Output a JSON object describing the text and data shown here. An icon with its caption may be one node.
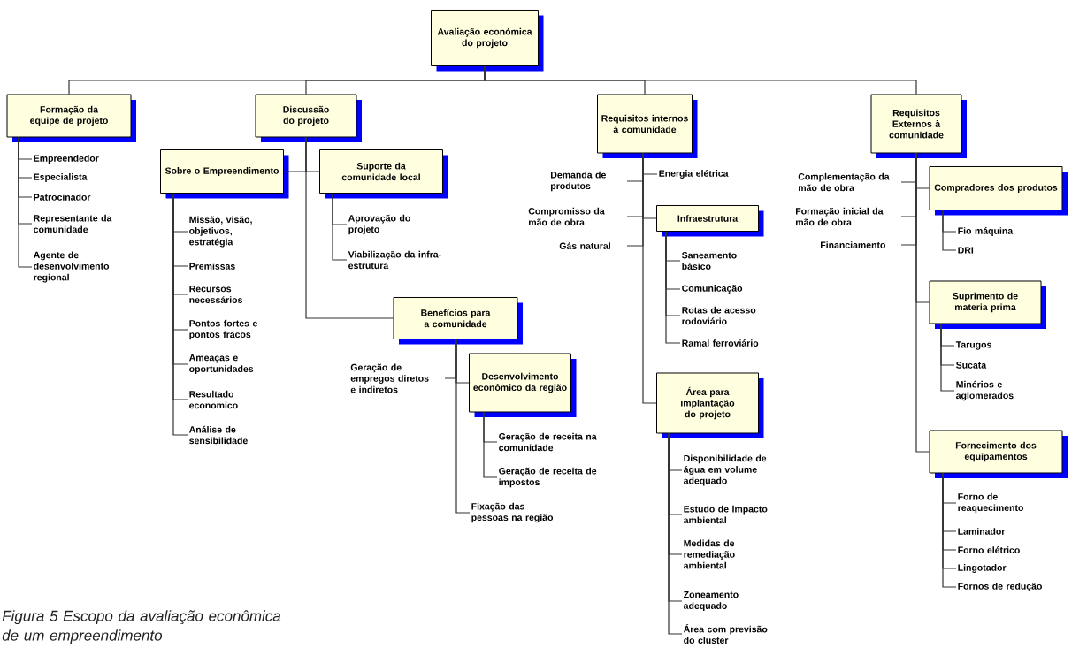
{
  "diagram": {
    "caption": "Figura 5 Escopo da avaliação econômica de um empreendimento",
    "nodes": [
      {
        "text": [
          "Avaliação económica do projeto"
        ]
      },
      {
        "text": [
          "Formação da equipe de projeto"
        ]
      },
      {
        "text": [
          "Empreendedor"
        ]
      },
      {
        "text": [
          "Especialista"
        ]
      },
      {
        "text": [
          "Patrocinador"
        ]
      },
      {
        "text": [
          "Representante da comunidade"
        ]
      },
      {
        "text": [
          "Agente de desenvolvimento regional"
        ]
      },
      {
        "text": [
          "Discussão do projeto"
        ]
      },
      {
        "text": [
          "Sobre o Empreendimento"
        ]
      },
      {
        "text": [
          "Missão, visão, objetivos, estratégia"
        ]
      },
      {
        "text": [
          "Premissas"
        ]
      },
      {
        "text": [
          "Recursos necessários"
        ]
      },
      {
        "text": [
          "Pontos fortes e pontos fracos"
        ]
      },
      {
        "text": [
          "Ameaças e oportunidades"
        ]
      },
      {
        "text": [
          "Resultado economico"
        ]
      },
      {
        "text": [
          "Análise de sensibilidade"
        ]
      },
      {
        "text": [
          "Suporte da comunidade local"
        ]
      },
      {
        "text": [
          "Aprovação do projeto"
        ]
      },
      {
        "text": [
          "Viabilização da infra-estrutura"
        ]
      },
      {
        "text": [
          "Benefícios para a comunidade"
        ]
      },
      {
        "text": [
          "Geração de empregos diretos e indiretos"
        ]
      },
      {
        "text": [
          "Desenvolvimento econômico da região"
        ]
      },
      {
        "text": [
          "Geração de receita na comunidade"
        ]
      },
      {
        "text": [
          "Geração de receita de impostos"
        ]
      },
      {
        "text": [
          "Fixação das pessoas na região"
        ]
      },
      {
        "text": [
          "Requisitos internos à comunidade"
        ]
      },
      {
        "text": [
          "Demanda de produtos"
        ]
      },
      {
        "text": [
          "Energia elétrica"
        ]
      },
      {
        "text": [
          "Compromisso da mão de obra"
        ]
      },
      {
        "text": [
          "Infraestrutura"
        ]
      },
      {
        "text": [
          "Gás natural"
        ]
      },
      {
        "text": [
          "Saneamento básico"
        ]
      },
      {
        "text": [
          "Comunicação"
        ]
      },
      {
        "text": [
          "Rotas de acesso rodoviário"
        ]
      },
      {
        "text": [
          "Ramal ferroviário"
        ]
      },
      {
        "text": [
          "Área para implantação do projeto"
        ]
      },
      {
        "text": [
          "Disponibilidade de água em volume adequado"
        ]
      },
      {
        "text": [
          "Estudo de impacto ambiental"
        ]
      },
      {
        "text": [
          "Medidas de remediação ambiental"
        ]
      },
      {
        "text": [
          "Zoneamento adequado"
        ]
      },
      {
        "text": [
          "Área com previsão do cluster"
        ]
      },
      {
        "text": [
          "Requisitos Externos à comunidade"
        ]
      },
      {
        "text": [
          "Complementação da mão de obra"
        ]
      },
      {
        "text": [
          "Compradores dos produtos"
        ]
      },
      {
        "text": [
          "Formação inicial da mão de obra"
        ]
      },
      {
        "text": [
          "Financiamento"
        ]
      },
      {
        "text": [
          "Fio máquina"
        ]
      },
      {
        "text": [
          "DRI"
        ]
      },
      {
        "text": [
          "Suprimento de materia prima"
        ]
      },
      {
        "text": [
          "Tarugos"
        ]
      },
      {
        "text": [
          "Sucata"
        ]
      },
      {
        "text": [
          "Minérios e aglomerados"
        ]
      },
      {
        "text": [
          "Fornecimento dos equipamentos"
        ]
      },
      {
        "text": [
          "Forno de reaquecimento"
        ]
      },
      {
        "text": [
          "Laminador"
        ]
      },
      {
        "text": [
          "Forno elétrico"
        ]
      },
      {
        "text": [
          "Lingotador"
        ]
      },
      {
        "text": [
          "Fornos de redução"
        ]
      }
    ],
    "edges": [
      {
        "from": 0,
        "to": 1,
        "arrow": "none"
      },
      {
        "from": 0,
        "to": 7,
        "arrow": "none"
      },
      {
        "from": 0,
        "to": 25,
        "arrow": "none"
      },
      {
        "from": 0,
        "to": 41,
        "arrow": "none"
      },
      {
        "from": 1,
        "to": 2,
        "arrow": "none"
      },
      {
        "from": 1,
        "to": 3,
        "arrow": "none"
      },
      {
        "from": 1,
        "to": 4,
        "arrow": "none"
      },
      {
        "from": 1,
        "to": 5,
        "arrow": "none"
      },
      {
        "from": 1,
        "to": 6,
        "arrow": "none"
      },
      {
        "from": 7,
        "to": 8,
        "arrow": "none"
      },
      {
        "from": 7,
        "to": 16,
        "arrow": "none"
      },
      {
        "from": 7,
        "to": 19,
        "arrow": "none"
      },
      {
        "from": 8,
        "to": 9,
        "arrow": "none"
      },
      {
        "from": 8,
        "to": 10,
        "arrow": "none"
      },
      {
        "from": 8,
        "to": 11,
        "arrow": "none"
      },
      {
        "from": 8,
        "to": 12,
        "arrow": "none"
      },
      {
        "from": 8,
        "to": 13,
        "arrow": "none"
      },
      {
        "from": 8,
        "to": 14,
        "arrow": "none"
      },
      {
        "from": 8,
        "to": 15,
        "arrow": "none"
      },
      {
        "from": 16,
        "to": 17,
        "arrow": "none"
      },
      {
        "from": 16,
        "to": 18,
        "arrow": "none"
      },
      {
        "from": 19,
        "to": 20,
        "arrow": "none"
      },
      {
        "from": 19,
        "to": 21,
        "arrow": "none"
      },
      {
        "from": 19,
        "to": 24,
        "arrow": "none"
      },
      {
        "from": 21,
        "to": 22,
        "arrow": "none"
      },
      {
        "from": 21,
        "to": 23,
        "arrow": "none"
      },
      {
        "from": 25,
        "to": 26,
        "arrow": "none"
      },
      {
        "from": 25,
        "to": 27,
        "arrow": "none"
      },
      {
        "from": 25,
        "to": 28,
        "arrow": "none"
      },
      {
        "from": 25,
        "to": 29,
        "arrow": "none"
      },
      {
        "from": 25,
        "to": 30,
        "arrow": "none"
      },
      {
        "from": 25,
        "to": 35,
        "arrow": "none"
      },
      {
        "from": 29,
        "to": 31,
        "arrow": "none"
      },
      {
        "from": 29,
        "to": 32,
        "arrow": "none"
      },
      {
        "from": 29,
        "to": 33,
        "arrow": "none"
      },
      {
        "from": 29,
        "to": 34,
        "arrow": "none"
      },
      {
        "from": 35,
        "to": 36,
        "arrow": "none"
      },
      {
        "from": 35,
        "to": 37,
        "arrow": "none"
      },
      {
        "from": 35,
        "to": 38,
        "arrow": "none"
      },
      {
        "from": 35,
        "to": 39,
        "arrow": "none"
      },
      {
        "from": 35,
        "to": 40,
        "arrow": "none"
      },
      {
        "from": 41,
        "to": 42,
        "arrow": "none"
      },
      {
        "from": 41,
        "to": 43,
        "arrow": "none"
      },
      {
        "from": 41,
        "to": 44,
        "arrow": "none"
      },
      {
        "from": 41,
        "to": 45,
        "arrow": "none"
      },
      {
        "from": 41,
        "to": 48,
        "arrow": "none"
      },
      {
        "from": 41,
        "to": 52,
        "arrow": "none"
      },
      {
        "from": 43,
        "to": 46,
        "arrow": "none"
      },
      {
        "from": 43,
        "to": 47,
        "arrow": "none"
      },
      {
        "from": 48,
        "to": 49,
        "arrow": "none"
      },
      {
        "from": 48,
        "to": 50,
        "arrow": "none"
      },
      {
        "from": 48,
        "to": 51,
        "arrow": "none"
      },
      {
        "from": 52,
        "to": 53,
        "arrow": "none"
      },
      {
        "from": 52,
        "to": 54,
        "arrow": "none"
      },
      {
        "from": 52,
        "to": 55,
        "arrow": "none"
      },
      {
        "from": 52,
        "to": 56,
        "arrow": "none"
      },
      {
        "from": 52,
        "to": 57,
        "arrow": "none"
      }
    ]
  }
}
